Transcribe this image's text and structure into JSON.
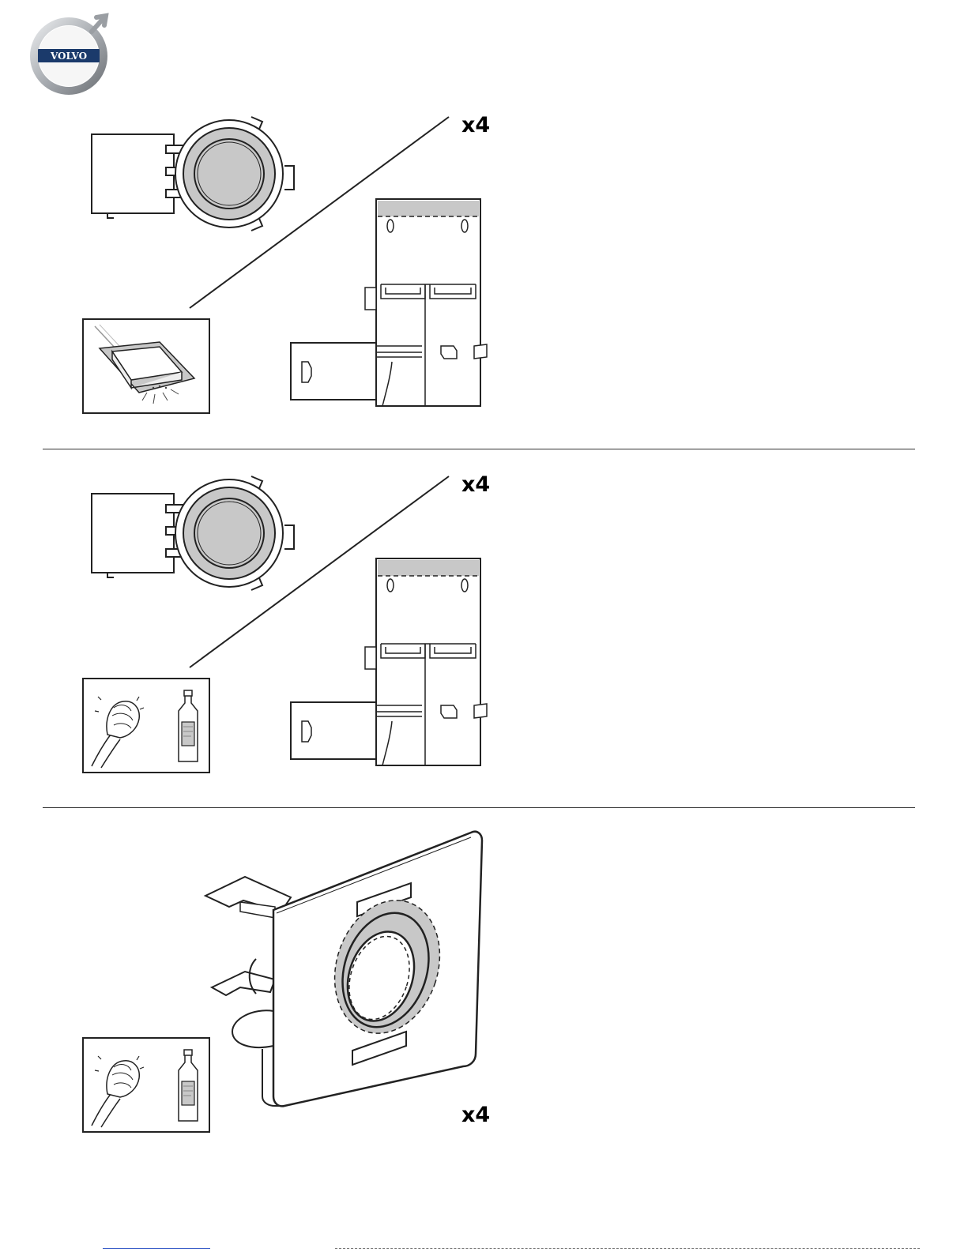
{
  "header": {
    "logo_text": "VOLVO"
  },
  "steps": [
    {
      "quantity_label": "x4",
      "inset_icon": "sandpaper-block-icon"
    },
    {
      "quantity_label": "x4",
      "inset_icon": "wipe-and-cleaner-bottle-icon"
    },
    {
      "quantity_label": "x4",
      "inset_icon": "wipe-and-cleaner-bottle-icon"
    }
  ],
  "colors": {
    "line": "#222222",
    "fill_gray": "#c8c8c8",
    "logo_blue": "#1b3a6b",
    "logo_silver": "#b9bcc0"
  }
}
